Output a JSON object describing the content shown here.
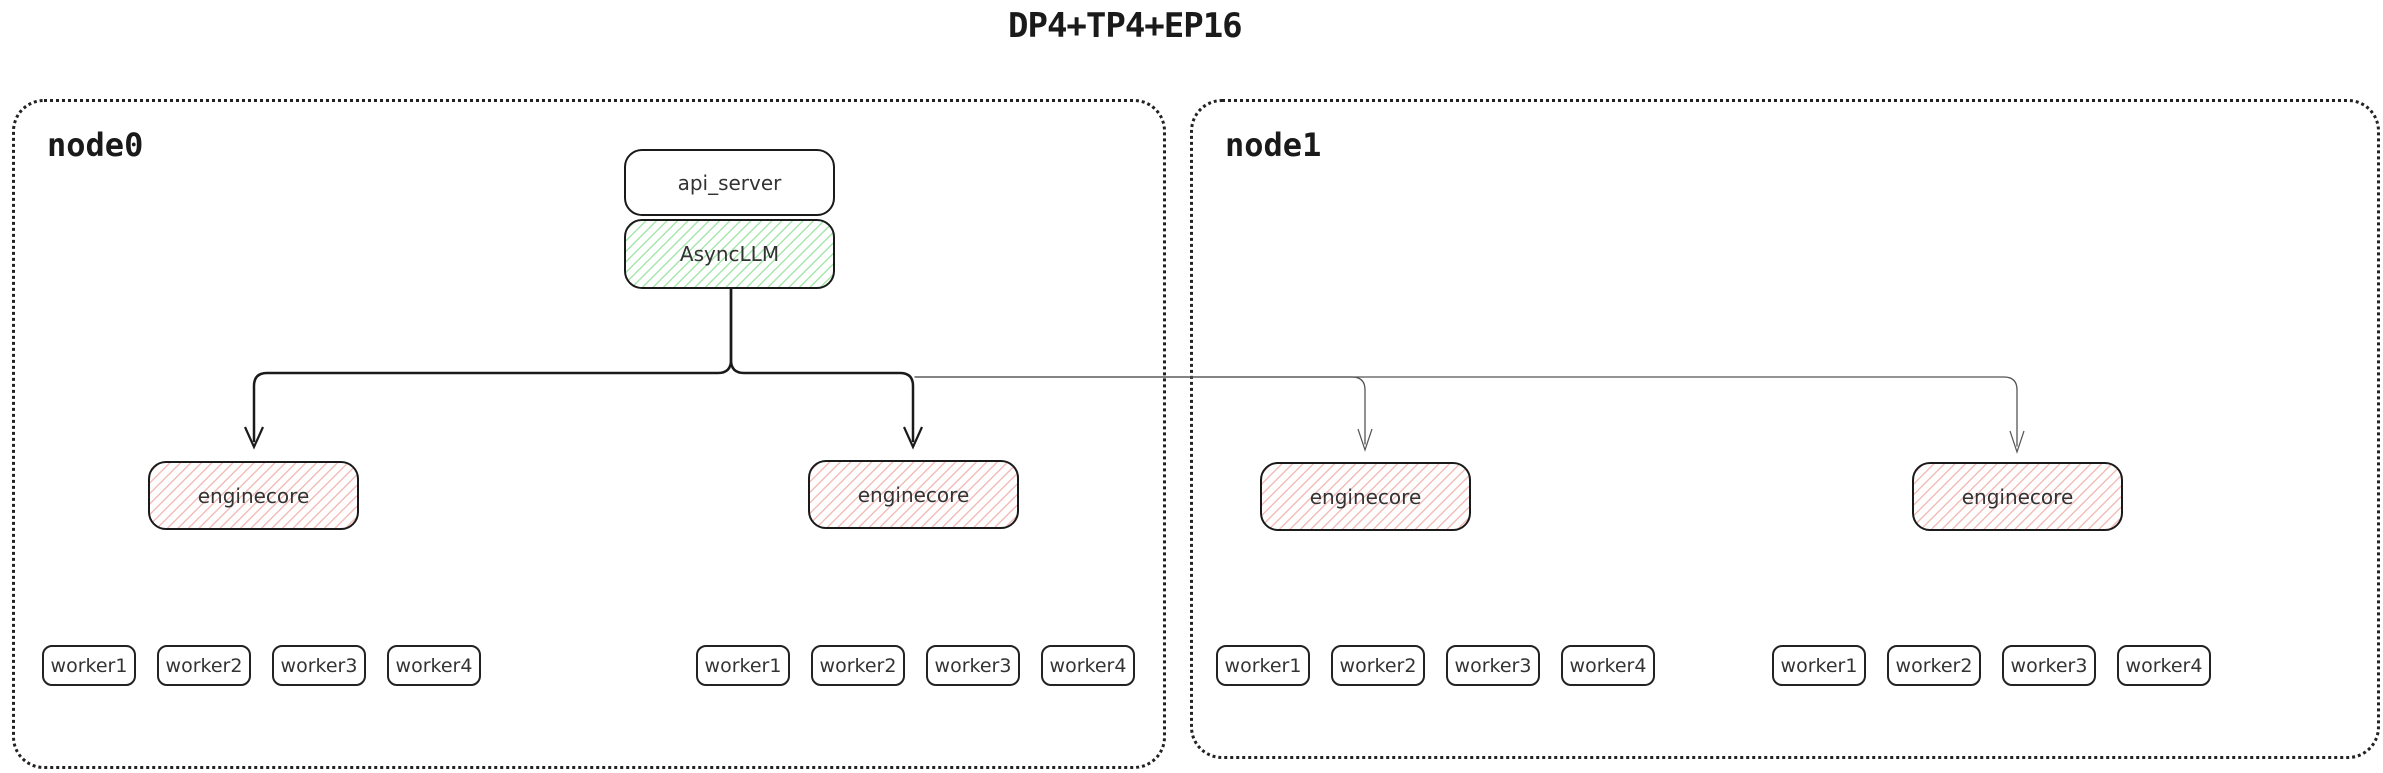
{
  "title": "DP4+TP4+EP16",
  "colors": {
    "background": "#ffffff",
    "box_border": "#1a1a1a",
    "container_border": "#222222",
    "green_hatch_line": "#a6e7ab",
    "red_hatch_line": "#f3bdb9",
    "edge_dark": "#1a1a1a",
    "edge_light": "#555555",
    "label_text": "#333333"
  },
  "nodes": [
    {
      "label": "node0"
    },
    {
      "label": "node1"
    }
  ],
  "api_server": {
    "label": "api_server"
  },
  "async_llm": {
    "label": "AsyncLLM"
  },
  "enginecores": [
    {
      "label": "enginecore"
    },
    {
      "label": "enginecore"
    },
    {
      "label": "enginecore"
    },
    {
      "label": "enginecore"
    }
  ],
  "worker_groups": [
    {
      "workers": [
        "worker1",
        "worker2",
        "worker3",
        "worker4"
      ]
    },
    {
      "workers": [
        "worker1",
        "worker2",
        "worker3",
        "worker4"
      ]
    },
    {
      "workers": [
        "worker1",
        "worker2",
        "worker3",
        "worker4"
      ]
    },
    {
      "workers": [
        "worker1",
        "worker2",
        "worker3",
        "worker4"
      ]
    }
  ]
}
